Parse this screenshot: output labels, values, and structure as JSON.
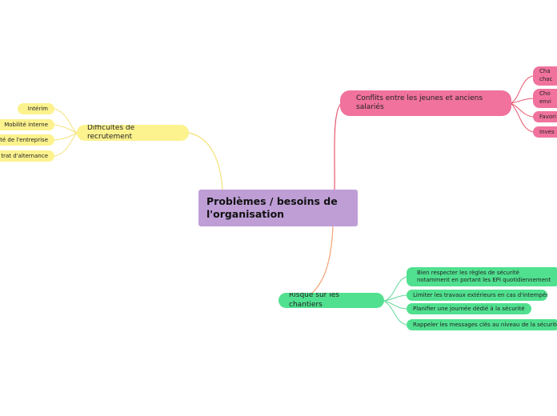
{
  "central": {
    "label": "Problèmes / besoins de l'organisation"
  },
  "branches": {
    "recrutement": {
      "label": "Difficultés de recrutement",
      "items": [
        "Intérim",
        "Mobilité interne",
        "té de l'entreprise",
        "trat d'alternance"
      ]
    },
    "conflits": {
      "label": "Conflits entre les jeunes et anciens salariés",
      "items": [
        "Cha chac",
        "Cho envi",
        "Favori",
        "Inves"
      ]
    },
    "chantiers": {
      "label": "Risque sur les chantiers",
      "items": [
        "Bien respecter les règles de sécurité notamment en portant les EPI quotidiennement",
        "Limiter les travaux extérieurs en cas d'intempéries",
        "Planifier une journée dédié à la sécurité",
        "Rappeler les messages clés au niveau de la sécurité"
      ]
    }
  },
  "colors": {
    "central": "#bf9ed6",
    "yellow": "#fcf28e",
    "pink": "#f0729d",
    "green": "#50e08f",
    "line_yellow": "#f5e27a",
    "line_pink": "#e8576f",
    "line_orange": "#f5a273",
    "line_green": "#63d99a"
  }
}
